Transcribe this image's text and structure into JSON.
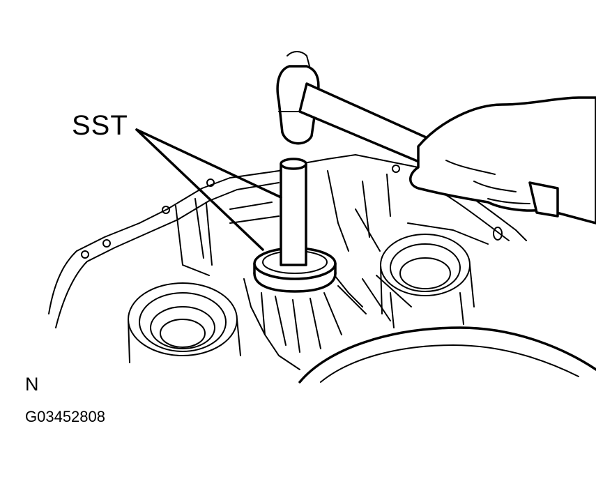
{
  "figure": {
    "callout_label": "SST",
    "orientation_marker": "N",
    "figure_code": "G03452808",
    "description": "Line illustration: hammer driving SST (special service tool) into a bearing bore of a transmission case",
    "colors": {
      "line": "#000000",
      "background": "#ffffff"
    }
  }
}
